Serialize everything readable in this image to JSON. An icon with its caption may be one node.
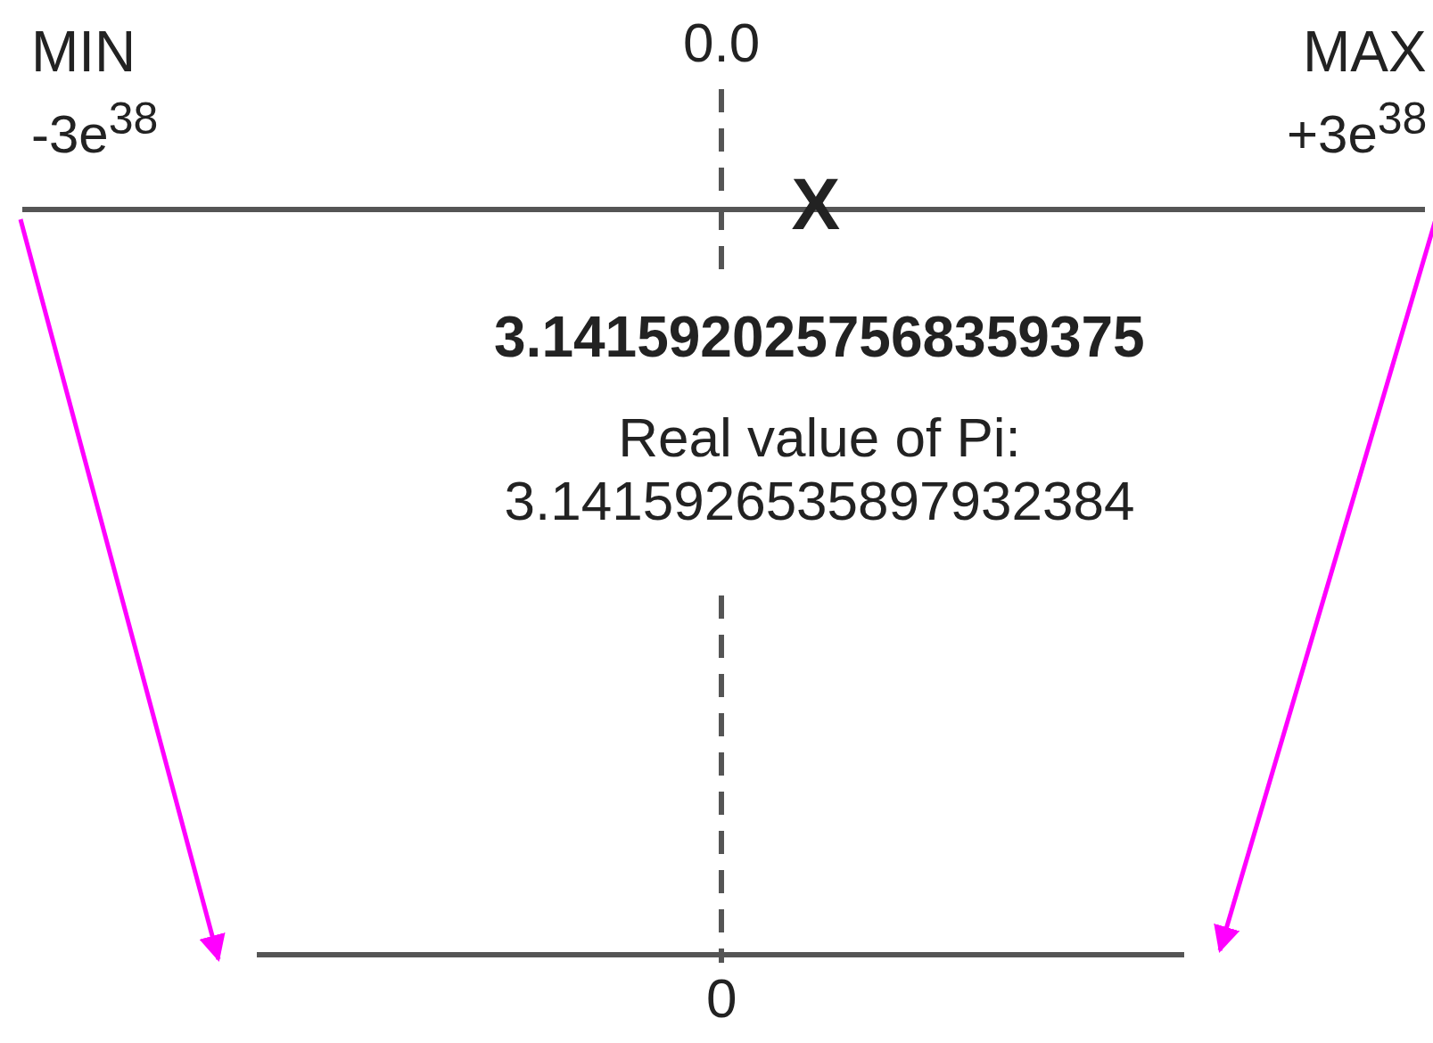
{
  "diagram": {
    "nodes": [
      {
        "text": [],
        "shape": "bar"
      },
      {
        "text": [],
        "shape": "bar",
        "beside": [
          "0"
        ]
      }
    ],
    "edges": [
      {
        "from": 0,
        "to": 1,
        "arrow": "to"
      },
      {
        "from": 0,
        "to": 1,
        "arrow": "to"
      }
    ],
    "labels": [
      "MIN",
      "-3e$^{38}$",
      "0.0",
      "MAX",
      "+3e$^{38}$",
      "X",
      "3.1415920257568359375",
      "Real value of Pi: 3.1415926535897932384"
    ]
  }
}
